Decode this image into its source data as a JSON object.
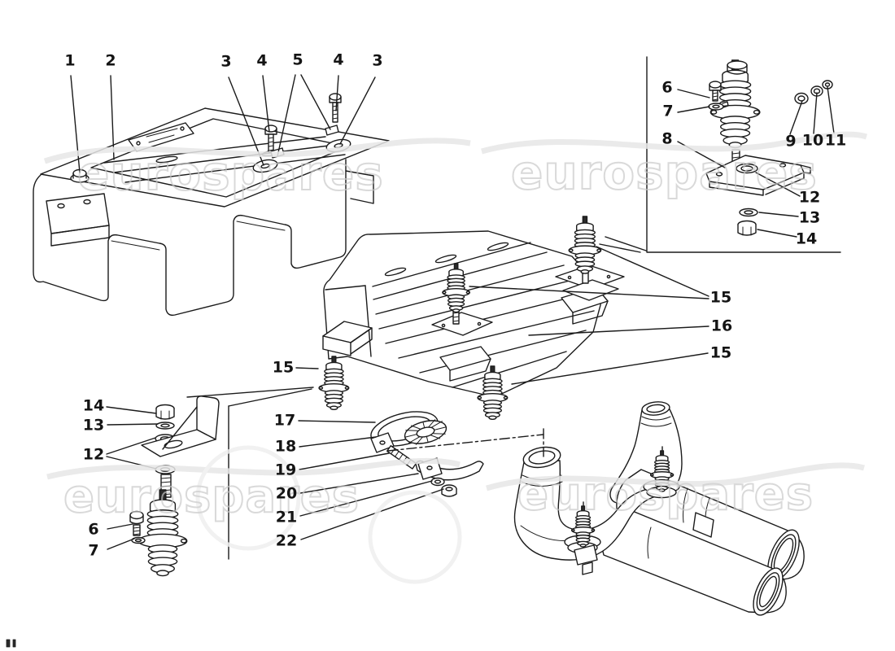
{
  "watermark": {
    "text": "eurospares"
  },
  "labels": {
    "n1": "1",
    "n2": "2",
    "n3": "3",
    "n4": "4",
    "n5": "5",
    "n6": "6",
    "n7": "7",
    "n8": "8",
    "n9": "9",
    "n10": "10",
    "n11": "11",
    "n12": "12",
    "n13": "13",
    "n14": "14",
    "n15": "15",
    "n16": "16",
    "n17": "17",
    "n18": "18",
    "n19": "19",
    "n20": "20",
    "n21": "21",
    "n22": "22"
  }
}
